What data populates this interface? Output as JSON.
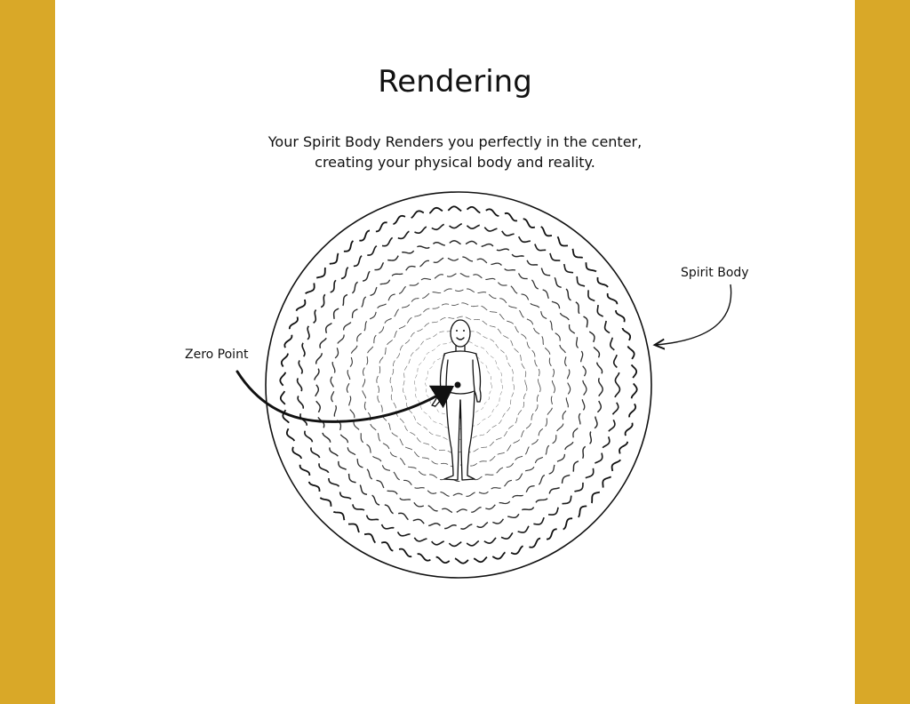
{
  "page": {
    "title": "Rendering",
    "subtitle_line1": "Your Spirit Body Renders you perfectly in the center,",
    "subtitle_line2": "creating your physical body and reality."
  },
  "labels": {
    "spirit_body": "Spirit Body",
    "zero_point": "Zero Point"
  },
  "colors": {
    "side_band": "#D9A828",
    "ink": "#111111",
    "background": "#FFFFFF"
  },
  "icons": {
    "figure": "human-figure-icon",
    "zero_point_dot": "dot-icon"
  }
}
